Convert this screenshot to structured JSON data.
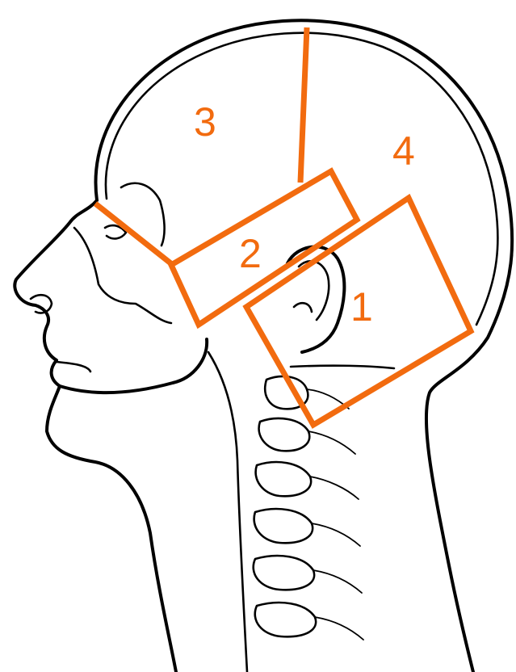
{
  "colors": {
    "accent": "#F26B0F",
    "line_art": "#000000",
    "background": "#FFFFFF"
  },
  "zones": [
    {
      "id": "zone-1",
      "label": "1"
    },
    {
      "id": "zone-2",
      "label": "2"
    },
    {
      "id": "zone-3",
      "label": "3"
    },
    {
      "id": "zone-4",
      "label": "4"
    }
  ]
}
